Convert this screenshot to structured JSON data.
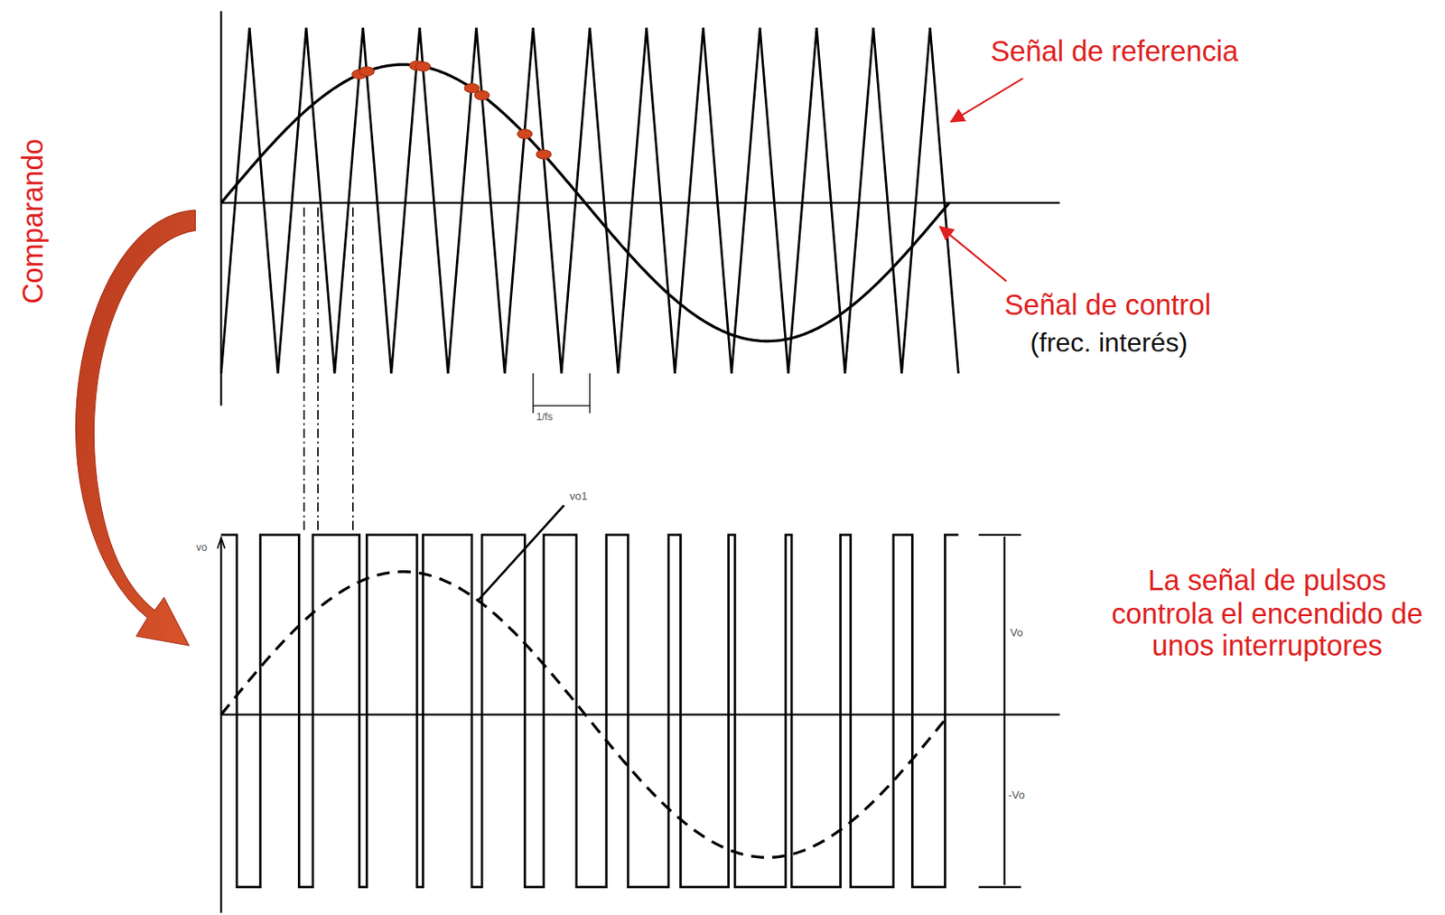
{
  "diagram": {
    "labels": [
      "Señal de referencia",
      "Señal de control",
      "(frec. interés)",
      "Comparando",
      "La señal de pulsos controla el encendido de unos interruptores",
      "1/fs",
      "vo",
      "vo1",
      "Vo",
      "-Vo"
    ]
  }
}
